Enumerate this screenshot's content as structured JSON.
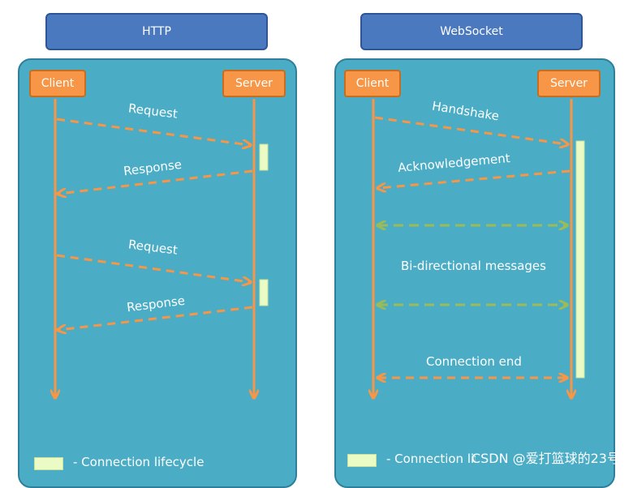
{
  "http": {
    "title": "HTTP",
    "client": "Client",
    "server": "Server",
    "messages": [
      "Request",
      "Response",
      "Request",
      "Response"
    ],
    "legend": "- Connection lifecycle"
  },
  "websocket": {
    "title": "WebSocket",
    "client": "Client",
    "server": "Server",
    "handshake": "Handshake",
    "acknowledgement": "Acknowledgement",
    "bidirectional": "Bi-directional messages",
    "connection_end": "Connection end",
    "legend": "- Connection lifecycle"
  },
  "watermark": "CSDN @爱打篮球的23号",
  "colors": {
    "orange": "#f79646",
    "green": "#9bbb59",
    "lifecycle": "#eafbc6"
  }
}
